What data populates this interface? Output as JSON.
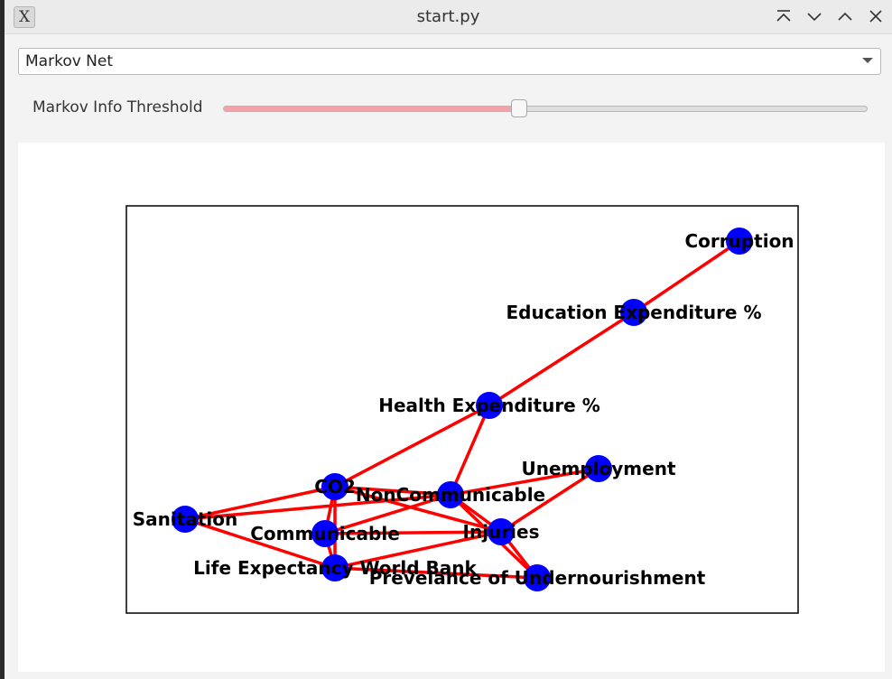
{
  "window": {
    "title": "start.py",
    "app_icon": "X"
  },
  "controls": {
    "dropdown": {
      "selected": "Markov Net"
    },
    "slider": {
      "label": "Markov Info Threshold",
      "value_fraction": 0.46
    }
  },
  "colors": {
    "node": "#0000ff",
    "edge": "#ff0000",
    "slider_fill": "#f2a3aa"
  },
  "graph": {
    "nodes": [
      {
        "id": "corruption",
        "label": "Corruption"
      },
      {
        "id": "education",
        "label": "Education Expenditure %"
      },
      {
        "id": "health",
        "label": "Health Expenditure %"
      },
      {
        "id": "unemployment",
        "label": "Unemployment"
      },
      {
        "id": "co2",
        "label": "CO2"
      },
      {
        "id": "noncomm",
        "label": "NonCommunicable"
      },
      {
        "id": "sanitation",
        "label": "Sanitation"
      },
      {
        "id": "communicable",
        "label": "Communicable"
      },
      {
        "id": "injuries",
        "label": "Injuries"
      },
      {
        "id": "lifeexp",
        "label": "Life Expectancy World Bank"
      },
      {
        "id": "undernourish",
        "label": "Prevelance of Undernourishment"
      }
    ],
    "edges": [
      [
        "corruption",
        "education"
      ],
      [
        "education",
        "health"
      ],
      [
        "health",
        "co2"
      ],
      [
        "health",
        "noncomm"
      ],
      [
        "unemployment",
        "noncomm"
      ],
      [
        "unemployment",
        "injuries"
      ],
      [
        "sanitation",
        "co2"
      ],
      [
        "sanitation",
        "noncomm"
      ],
      [
        "sanitation",
        "lifeexp"
      ],
      [
        "co2",
        "noncomm"
      ],
      [
        "co2",
        "communicable"
      ],
      [
        "co2",
        "lifeexp"
      ],
      [
        "co2",
        "injuries"
      ],
      [
        "noncomm",
        "communicable"
      ],
      [
        "noncomm",
        "injuries"
      ],
      [
        "noncomm",
        "undernourish"
      ],
      [
        "communicable",
        "injuries"
      ],
      [
        "communicable",
        "lifeexp"
      ],
      [
        "injuries",
        "lifeexp"
      ],
      [
        "injuries",
        "undernourish"
      ],
      [
        "lifeexp",
        "undernourish"
      ]
    ]
  }
}
